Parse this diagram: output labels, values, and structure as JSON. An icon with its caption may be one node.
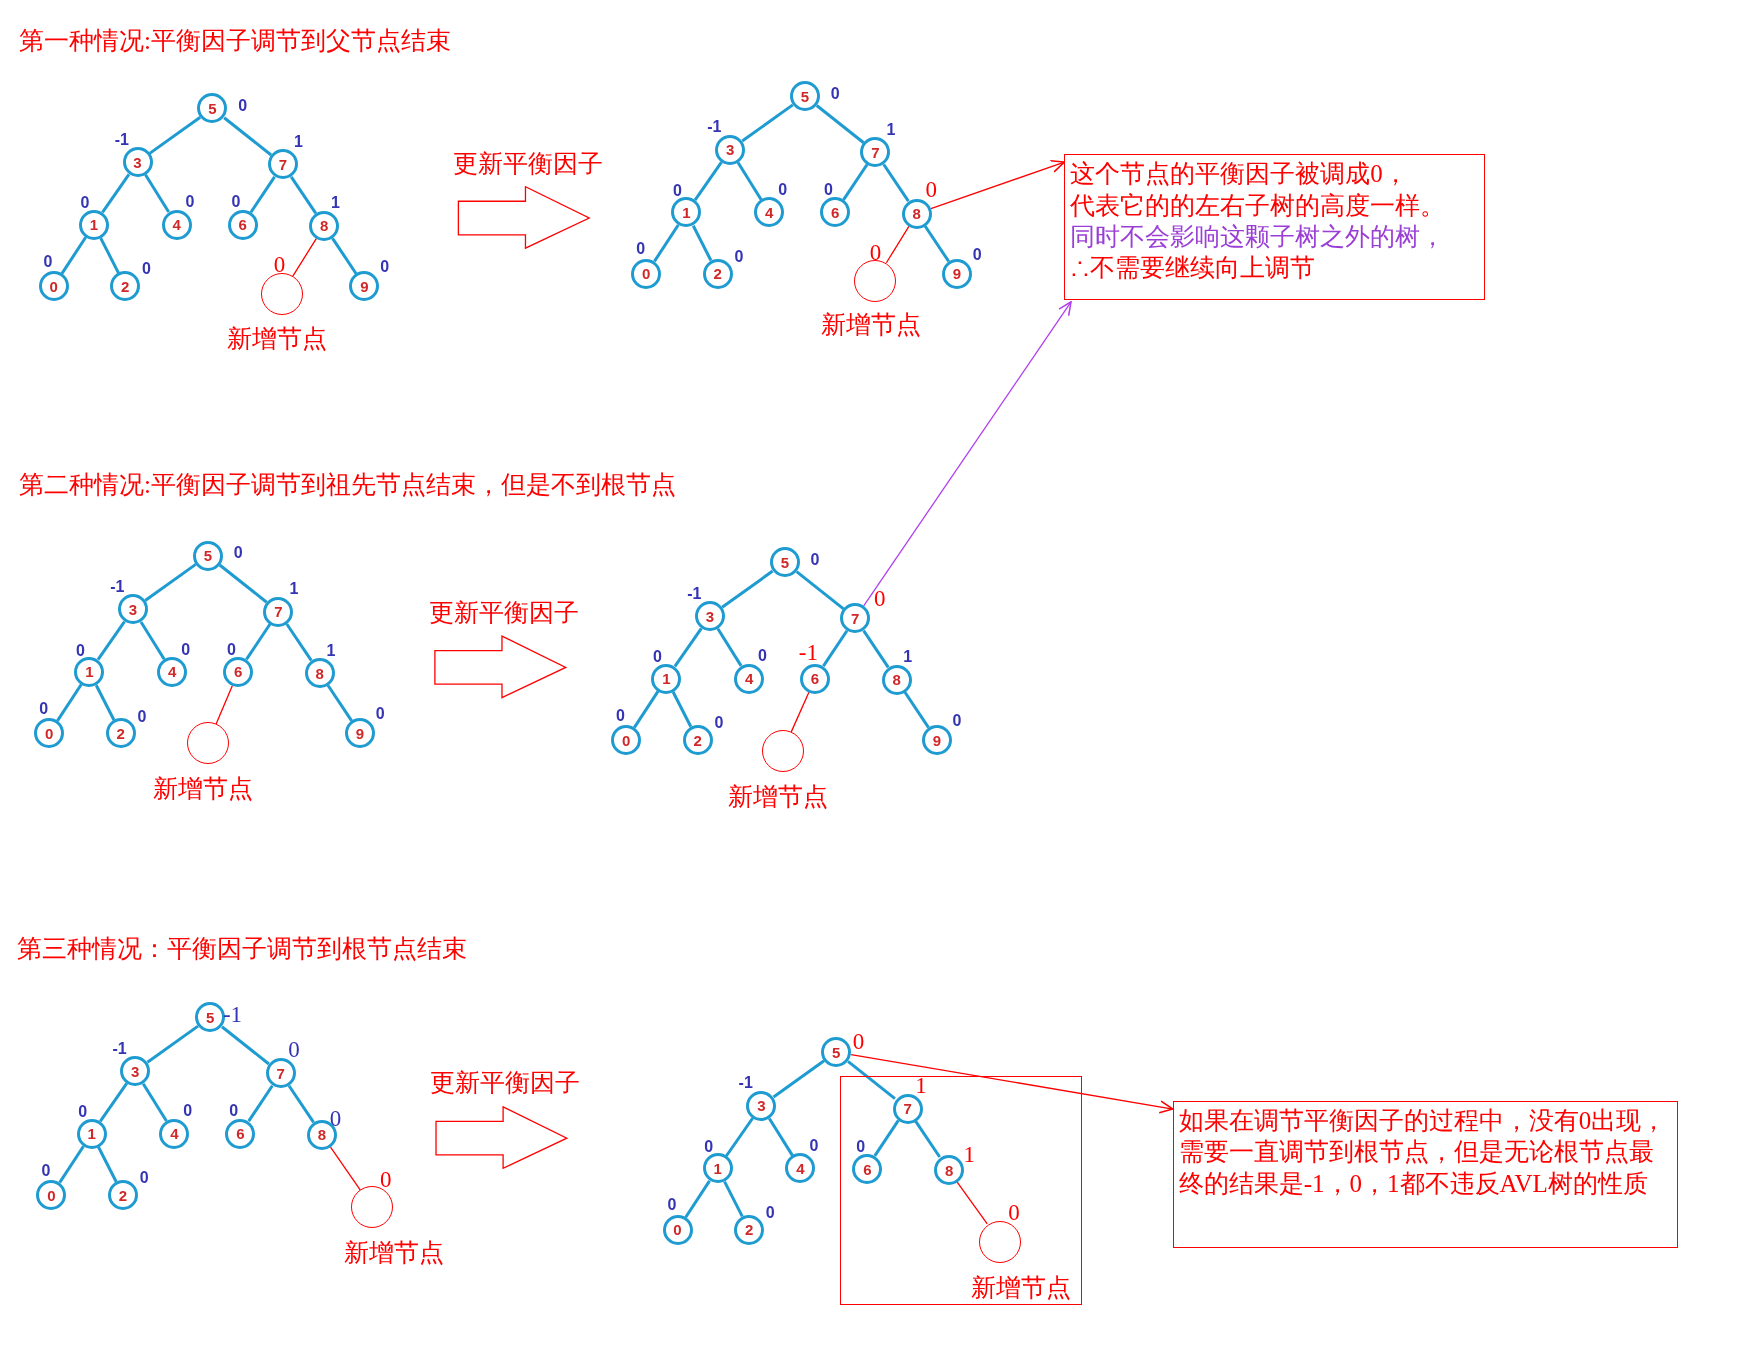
{
  "diagram": {
    "nodes": [
      {
        "text": [
          "5"
        ],
        "beside": [
          "0"
        ]
      },
      {
        "text": [
          "3"
        ],
        "beside": [
          "-1"
        ]
      },
      {
        "text": [
          "7"
        ],
        "beside": [
          "1"
        ]
      },
      {
        "text": [
          "1"
        ],
        "beside": [
          "0"
        ]
      },
      {
        "text": [
          "4"
        ],
        "beside": [
          "0"
        ]
      },
      {
        "text": [
          "6"
        ],
        "beside": [
          "0"
        ]
      },
      {
        "text": [
          "8"
        ],
        "beside": [
          "1"
        ]
      },
      {
        "text": [
          "0"
        ],
        "beside": [
          "0"
        ]
      },
      {
        "text": [
          "2"
        ],
        "beside": [
          "0"
        ]
      },
      {
        "text": [
          "9"
        ],
        "beside": [
          "0"
        ]
      },
      {
        "text": [],
        "shape": "circle",
        "beside": [
          "0",
          "新增节点"
        ]
      },
      {
        "text": [
          "5"
        ],
        "beside": [
          "0"
        ]
      },
      {
        "text": [
          "3"
        ],
        "beside": [
          "-1"
        ]
      },
      {
        "text": [
          "7"
        ],
        "beside": [
          "1"
        ]
      },
      {
        "text": [
          "1"
        ],
        "beside": [
          "0"
        ]
      },
      {
        "text": [
          "4"
        ],
        "beside": [
          "0"
        ]
      },
      {
        "text": [
          "6"
        ],
        "beside": [
          "0"
        ]
      },
      {
        "text": [
          "8"
        ],
        "beside": [
          "0"
        ]
      },
      {
        "text": [
          "0"
        ],
        "beside": [
          "0"
        ]
      },
      {
        "text": [
          "2"
        ],
        "beside": [
          "0"
        ]
      },
      {
        "text": [
          "9"
        ],
        "beside": [
          "0"
        ]
      },
      {
        "text": [],
        "shape": "circle",
        "beside": [
          "0",
          "新增节点"
        ]
      },
      {
        "text": [
          "这个节点的平衡因子被调成0，",
          "代表它的的左右子树的高度一样。",
          "同时不会影响这颗子树之外的树，",
          "∴不需要继续向上调节"
        ]
      },
      {
        "text": [
          "5"
        ],
        "beside": [
          "0"
        ]
      },
      {
        "text": [
          "3"
        ],
        "beside": [
          "-1"
        ]
      },
      {
        "text": [
          "7"
        ],
        "beside": [
          "1"
        ]
      },
      {
        "text": [
          "1"
        ],
        "beside": [
          "0"
        ]
      },
      {
        "text": [
          "4"
        ],
        "beside": [
          "0"
        ]
      },
      {
        "text": [
          "6"
        ],
        "beside": [
          "0"
        ]
      },
      {
        "text": [
          "8"
        ],
        "beside": [
          "1"
        ]
      },
      {
        "text": [
          "0"
        ],
        "beside": [
          "0"
        ]
      },
      {
        "text": [
          "2"
        ],
        "beside": [
          "0"
        ]
      },
      {
        "text": [
          "9"
        ],
        "beside": [
          "0"
        ]
      },
      {
        "text": [],
        "shape": "circle",
        "beside": [
          "新增节点"
        ]
      },
      {
        "text": [
          "5"
        ],
        "beside": [
          "0"
        ]
      },
      {
        "text": [
          "3"
        ],
        "beside": [
          "-1"
        ]
      },
      {
        "text": [
          "7"
        ],
        "beside": [
          "0"
        ]
      },
      {
        "text": [
          "1"
        ],
        "beside": [
          "0"
        ]
      },
      {
        "text": [
          "4"
        ],
        "beside": [
          "0"
        ]
      },
      {
        "text": [
          "6"
        ],
        "beside": [
          "-1"
        ]
      },
      {
        "text": [
          "8"
        ],
        "beside": [
          "1"
        ]
      },
      {
        "text": [
          "0"
        ],
        "beside": [
          "0"
        ]
      },
      {
        "text": [
          "2"
        ],
        "beside": [
          "0"
        ]
      },
      {
        "text": [
          "9"
        ],
        "beside": [
          "0"
        ]
      },
      {
        "text": [],
        "shape": "circle",
        "beside": [
          "新增节点"
        ]
      },
      {
        "text": [
          "5"
        ],
        "beside": [
          "-1"
        ]
      },
      {
        "text": [
          "3"
        ],
        "beside": [
          "-1"
        ]
      },
      {
        "text": [
          "7"
        ],
        "beside": [
          "0"
        ]
      },
      {
        "text": [
          "1"
        ],
        "beside": [
          "0"
        ]
      },
      {
        "text": [
          "4"
        ],
        "beside": [
          "0"
        ]
      },
      {
        "text": [
          "6"
        ],
        "beside": [
          "0"
        ]
      },
      {
        "text": [
          "8"
        ],
        "beside": [
          "0"
        ]
      },
      {
        "text": [
          "0"
        ],
        "beside": [
          "0"
        ]
      },
      {
        "text": [
          "2"
        ],
        "beside": [
          "0"
        ]
      },
      {
        "text": [],
        "shape": "circle",
        "beside": [
          "0",
          "新增节点"
        ]
      },
      {
        "text": [
          "5"
        ],
        "beside": [
          "0"
        ]
      },
      {
        "text": [
          "3"
        ],
        "beside": [
          "-1"
        ]
      },
      {
        "text": [
          "1"
        ],
        "beside": [
          "0"
        ]
      },
      {
        "text": [
          "4"
        ],
        "beside": [
          "0"
        ]
      },
      {
        "text": [
          "0"
        ],
        "beside": [
          "0"
        ]
      },
      {
        "text": [
          "2"
        ],
        "beside": [
          "0"
        ]
      },
      {
        "text": [],
        "shape": "box"
      },
      {
        "text": [
          "7"
        ],
        "beside": [
          "1"
        ],
        "in": 61
      },
      {
        "text": [
          "6"
        ],
        "beside": [
          "0"
        ],
        "in": 61
      },
      {
        "text": [
          "8"
        ],
        "beside": [
          "1"
        ],
        "in": 61
      },
      {
        "text": [],
        "shape": "circle",
        "beside": [
          "0",
          "新增节点"
        ],
        "in": 61
      },
      {
        "text": [
          "如果在调节平衡因子的过程中，没有0出现，需要一直调节到根节点，但是无论根节点最终的结果是-1，0，1都不违反AVL树的性质"
        ]
      }
    ],
    "edges": [
      {
        "from": 0,
        "to": 1,
        "arrow": "none"
      },
      {
        "from": 0,
        "to": 2,
        "arrow": "none"
      },
      {
        "from": 1,
        "to": 3,
        "arrow": "none"
      },
      {
        "from": 1,
        "to": 4,
        "arrow": "none"
      },
      {
        "from": 2,
        "to": 5,
        "arrow": "none"
      },
      {
        "from": 2,
        "to": 6,
        "arrow": "none"
      },
      {
        "from": 3,
        "to": 7,
        "arrow": "none"
      },
      {
        "from": 3,
        "to": 8,
        "arrow": "none"
      },
      {
        "from": 6,
        "to": 9,
        "arrow": "none"
      },
      {
        "from": 6,
        "to": 10,
        "arrow": "none",
        "color": "#ff0000"
      },
      {
        "from": 11,
        "to": 12,
        "arrow": "none"
      },
      {
        "from": 11,
        "to": 13,
        "arrow": "none"
      },
      {
        "from": 12,
        "to": 14,
        "arrow": "none"
      },
      {
        "from": 12,
        "to": 15,
        "arrow": "none"
      },
      {
        "from": 13,
        "to": 16,
        "arrow": "none"
      },
      {
        "from": 13,
        "to": 17,
        "arrow": "none"
      },
      {
        "from": 14,
        "to": 18,
        "arrow": "none"
      },
      {
        "from": 14,
        "to": 19,
        "arrow": "none"
      },
      {
        "from": 17,
        "to": 20,
        "arrow": "none"
      },
      {
        "from": 17,
        "to": 21,
        "arrow": "none",
        "color": "#ff0000"
      },
      {
        "from": 17,
        "to": 22,
        "arrow": "to",
        "color": "#ff0000"
      },
      {
        "from": 23,
        "to": 24,
        "arrow": "none"
      },
      {
        "from": 23,
        "to": 25,
        "arrow": "none"
      },
      {
        "from": 24,
        "to": 26,
        "arrow": "none"
      },
      {
        "from": 24,
        "to": 27,
        "arrow": "none"
      },
      {
        "from": 25,
        "to": 28,
        "arrow": "none"
      },
      {
        "from": 25,
        "to": 29,
        "arrow": "none"
      },
      {
        "from": 26,
        "to": 30,
        "arrow": "none"
      },
      {
        "from": 26,
        "to": 31,
        "arrow": "none"
      },
      {
        "from": 29,
        "to": 32,
        "arrow": "none"
      },
      {
        "from": 28,
        "to": 33,
        "arrow": "none",
        "color": "#ff0000"
      },
      {
        "from": 34,
        "to": 35,
        "arrow": "none"
      },
      {
        "from": 34,
        "to": 36,
        "arrow": "none"
      },
      {
        "from": 35,
        "to": 37,
        "arrow": "none"
      },
      {
        "from": 35,
        "to": 38,
        "arrow": "none"
      },
      {
        "from": 36,
        "to": 39,
        "arrow": "none"
      },
      {
        "from": 36,
        "to": 40,
        "arrow": "none"
      },
      {
        "from": 37,
        "to": 41,
        "arrow": "none"
      },
      {
        "from": 37,
        "to": 42,
        "arrow": "none"
      },
      {
        "from": 40,
        "to": 43,
        "arrow": "none"
      },
      {
        "from": 39,
        "to": 44,
        "arrow": "none",
        "color": "#ff0000"
      },
      {
        "from": 36,
        "to": 22,
        "arrow": "to",
        "color": "#b040f0"
      },
      {
        "from": 45,
        "to": 46,
        "arrow": "none"
      },
      {
        "from": 45,
        "to": 47,
        "arrow": "none"
      },
      {
        "from": 46,
        "to": 48,
        "arrow": "none"
      },
      {
        "from": 46,
        "to": 49,
        "arrow": "none"
      },
      {
        "from": 47,
        "to": 50,
        "arrow": "none"
      },
      {
        "from": 47,
        "to": 51,
        "arrow": "none"
      },
      {
        "from": 48,
        "to": 52,
        "arrow": "none"
      },
      {
        "from": 48,
        "to": 53,
        "arrow": "none"
      },
      {
        "from": 51,
        "to": 54,
        "arrow": "none",
        "color": "#ff0000"
      },
      {
        "from": 55,
        "to": 56,
        "arrow": "none"
      },
      {
        "from": 55,
        "to": 62,
        "arrow": "none"
      },
      {
        "from": 56,
        "to": 57,
        "arrow": "none"
      },
      {
        "from": 56,
        "to": 58,
        "arrow": "none"
      },
      {
        "from": 62,
        "to": 63,
        "arrow": "none"
      },
      {
        "from": 62,
        "to": 64,
        "arrow": "none"
      },
      {
        "from": 57,
        "to": 59,
        "arrow": "none"
      },
      {
        "from": 57,
        "to": 60,
        "arrow": "none"
      },
      {
        "from": 64,
        "to": 65,
        "arrow": "none",
        "color": "#ff0000"
      },
      {
        "from": 55,
        "to": 66,
        "arrow": "to",
        "color": "#ff0000"
      }
    ],
    "labels": [
      "第一种情况:平衡因子调节到父节点结束",
      "更新平衡因子",
      "第二种情况:平衡因子调节到祖先节点结束，但是不到根节点",
      "更新平衡因子",
      "第三种情况：平衡因子调节到根节点结束",
      "更新平衡因子"
    ]
  }
}
